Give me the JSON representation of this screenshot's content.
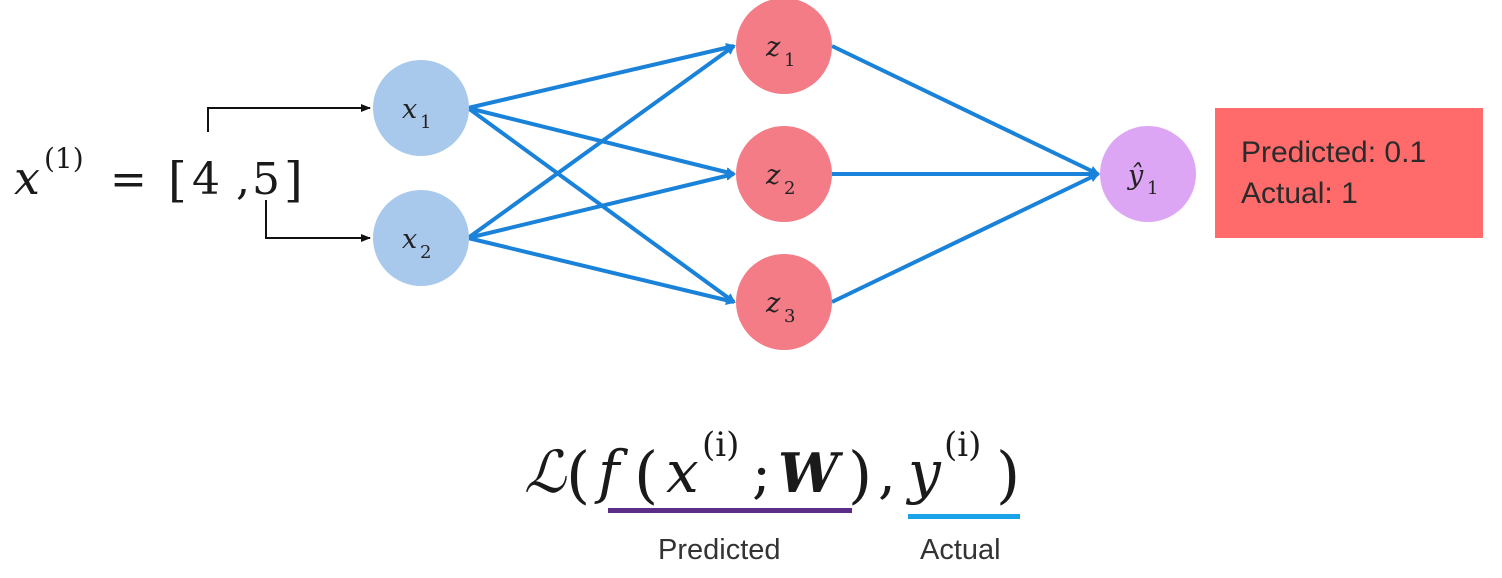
{
  "input_vector": {
    "lhs_base": "x",
    "lhs_superscript": "(1)",
    "equals": "=",
    "open_bracket": "[",
    "value_1": "4",
    "separator": ",",
    "value_2": "5",
    "close_bracket": "]"
  },
  "input_nodes": [
    {
      "base": "x",
      "sub": "1"
    },
    {
      "base": "x",
      "sub": "2"
    }
  ],
  "hidden_nodes": [
    {
      "base": "z",
      "sub": "1"
    },
    {
      "base": "z",
      "sub": "2"
    },
    {
      "base": "z",
      "sub": "3"
    }
  ],
  "output_node": {
    "base": "ŷ",
    "sub": "1"
  },
  "result": {
    "predicted_label": "Predicted:",
    "predicted_value": "0.1",
    "actual_label": "Actual:",
    "actual_value": "1"
  },
  "loss": {
    "symbol": "ℒ",
    "open_paren": "(",
    "func": "f",
    "inner_open": "(",
    "x_base": "x",
    "x_sup": "(i)",
    "semicolon": ";",
    "weights": "W",
    "inner_close": ")",
    "comma": ",",
    "y_base": "y",
    "y_sup": "(i)",
    "close_paren": ")",
    "predicted_caption": "Predicted",
    "actual_caption": "Actual"
  },
  "colors": {
    "input_node": "#a9c9ec",
    "hidden_node": "#f47c86",
    "output_node": "#dda6f4",
    "edge": "#1a82d8",
    "result_box": "#ff6b6b",
    "predicted_underline": "#5b2d86",
    "actual_underline": "#1aa3e8"
  }
}
